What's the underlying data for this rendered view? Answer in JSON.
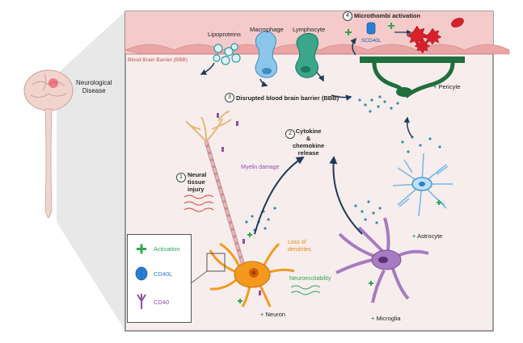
{
  "sidebar": {
    "disease_label": "Neurological\nDisease"
  },
  "bbb": {
    "label": "Blood Brain Barrier (BBB)"
  },
  "cells": {
    "lipoproteins": "Lipoproteins",
    "macrophage": "Macrophage",
    "lymphocyte": "Lymphocyte",
    "scd40l": "SCD40L",
    "pericyte": "Pericyte",
    "astrocyte": "Astrocyte",
    "microglia": "Microglia",
    "neuron": "Neuron"
  },
  "steps": {
    "s1": {
      "num": "1",
      "label": "Neural\ntissue\ninjury"
    },
    "s2": {
      "num": "2",
      "label": "Cytokine\n&\nchemokine\nrelease"
    },
    "s3": {
      "num": "3",
      "label": "Disrupted blood brain barrier (BBB)"
    },
    "s4": {
      "num": "4",
      "label": "Microthombi activation"
    }
  },
  "annotations": {
    "myelin_damage": "Myelin damage",
    "loss_dendrites": "Loss of\ndendrites",
    "neuroexcitability": "Neuroexcitability"
  },
  "legend": {
    "activation": "Activation",
    "cd40l": "CD40L",
    "cd40": "CD40"
  },
  "colors": {
    "bbb_pink": "#f2c4c4",
    "frame_bg": "#f6eeee",
    "activation_green": "#2fa84f",
    "cd40l_blue": "#2a7fd4",
    "cd40_purple": "#8e4fa8",
    "neuron_orange": "#f39a1e",
    "microglia_purple": "#a77bbf",
    "astrocyte_blue": "#7ab9e6",
    "platelet_red": "#d8202a",
    "pericyte_green": "#1f6e3c"
  }
}
